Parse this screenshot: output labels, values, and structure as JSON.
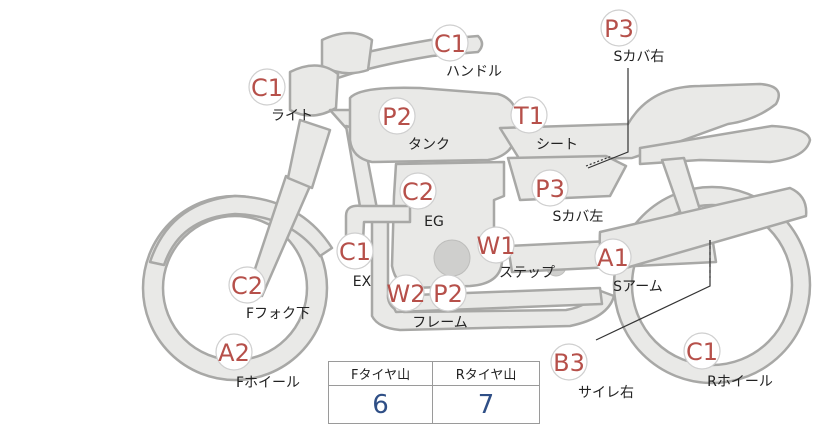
{
  "parts": [
    {
      "id": "handle",
      "code": "C1",
      "label": "ハンドル"
    },
    {
      "id": "light",
      "code": "C1",
      "label": "ライト"
    },
    {
      "id": "tank",
      "code": "P2",
      "label": "タンク"
    },
    {
      "id": "seat",
      "code": "T1",
      "label": "シート"
    },
    {
      "id": "side-cover-right",
      "code": "P3",
      "label": "Sカバ右"
    },
    {
      "id": "side-cover-left",
      "code": "P3",
      "label": "Sカバ左"
    },
    {
      "id": "engine",
      "code": "C2",
      "label": "EG"
    },
    {
      "id": "exhaust",
      "code": "C1",
      "label": "EX"
    },
    {
      "id": "step",
      "code": "W1",
      "label": "ステップ"
    },
    {
      "id": "swing-arm",
      "code": "A1",
      "label": "Sアーム"
    },
    {
      "id": "front-fork-lower",
      "code": "C2",
      "label": "Fフォク下"
    },
    {
      "id": "frame-w",
      "code": "W2",
      "label": ""
    },
    {
      "id": "frame",
      "code": "P2",
      "label": "フレーム"
    },
    {
      "id": "front-wheel",
      "code": "A2",
      "label": "Fホイール"
    },
    {
      "id": "silencer-right",
      "code": "B3",
      "label": "サイレ右"
    },
    {
      "id": "rear-wheel",
      "code": "C1",
      "label": "Rホイール"
    }
  ],
  "tire_tread": {
    "front_header": "Fタイヤ山",
    "rear_header": "Rタイヤ山",
    "front_value": "6",
    "rear_value": "7"
  },
  "colors": {
    "code_red": "#b6504a",
    "value_blue": "#2f4f86",
    "body_grey": "#e9e9e7",
    "outline_grey": "#a8a8a6"
  }
}
